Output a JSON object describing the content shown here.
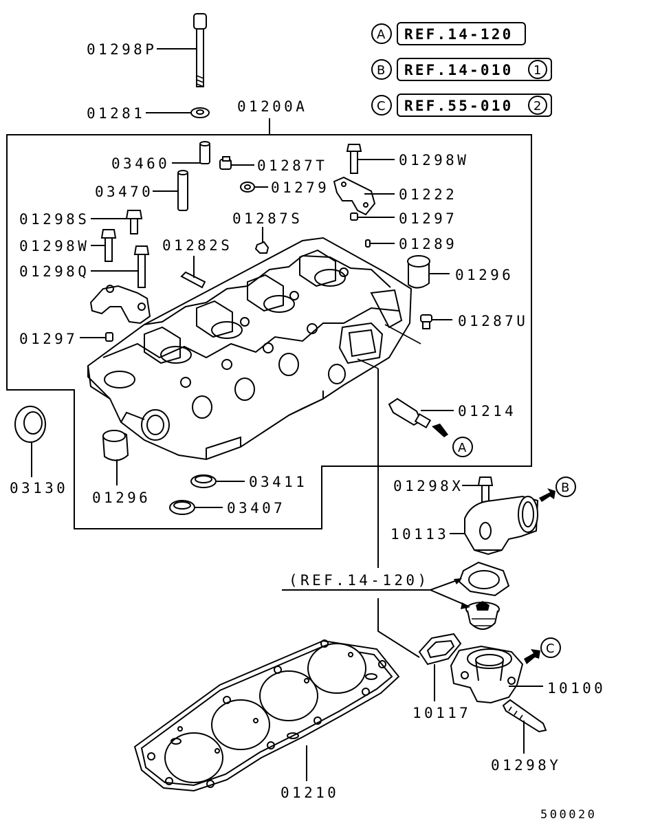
{
  "diagram_id": "500020",
  "group_label": "01200A",
  "references": [
    {
      "badge": "A",
      "text": "REF.14-120",
      "sub": ""
    },
    {
      "badge": "B",
      "text": "REF.14-010",
      "sub": "1"
    },
    {
      "badge": "C",
      "text": "REF.55-010",
      "sub": "2"
    }
  ],
  "ref_note": "(REF.14-120)",
  "arrow_badges": {
    "a": "A",
    "b": "B",
    "c": "C"
  },
  "parts": {
    "p01298P": "01298P",
    "p01281": "01281",
    "p03460": "03460",
    "p01287T": "01287T",
    "p01298W_top": "01298W",
    "p03470": "03470",
    "p01279": "01279",
    "p01222": "01222",
    "p01298S": "01298S",
    "p01287S": "01287S",
    "p01297_top": "01297",
    "p01298W_left": "01298W",
    "p01282S": "01282S",
    "p01289": "01289",
    "p01298Q": "01298Q",
    "p01296_top": "01296",
    "p01287U": "01287U",
    "p01297_left": "01297",
    "p01214": "01214",
    "p03130": "03130",
    "p01296_bottom": "01296",
    "p03411": "03411",
    "p03407": "03407",
    "p01298X": "01298X",
    "p10113": "10113",
    "p10117": "10117",
    "p10100": "10100",
    "p01298Y": "01298Y",
    "p01210": "01210"
  }
}
